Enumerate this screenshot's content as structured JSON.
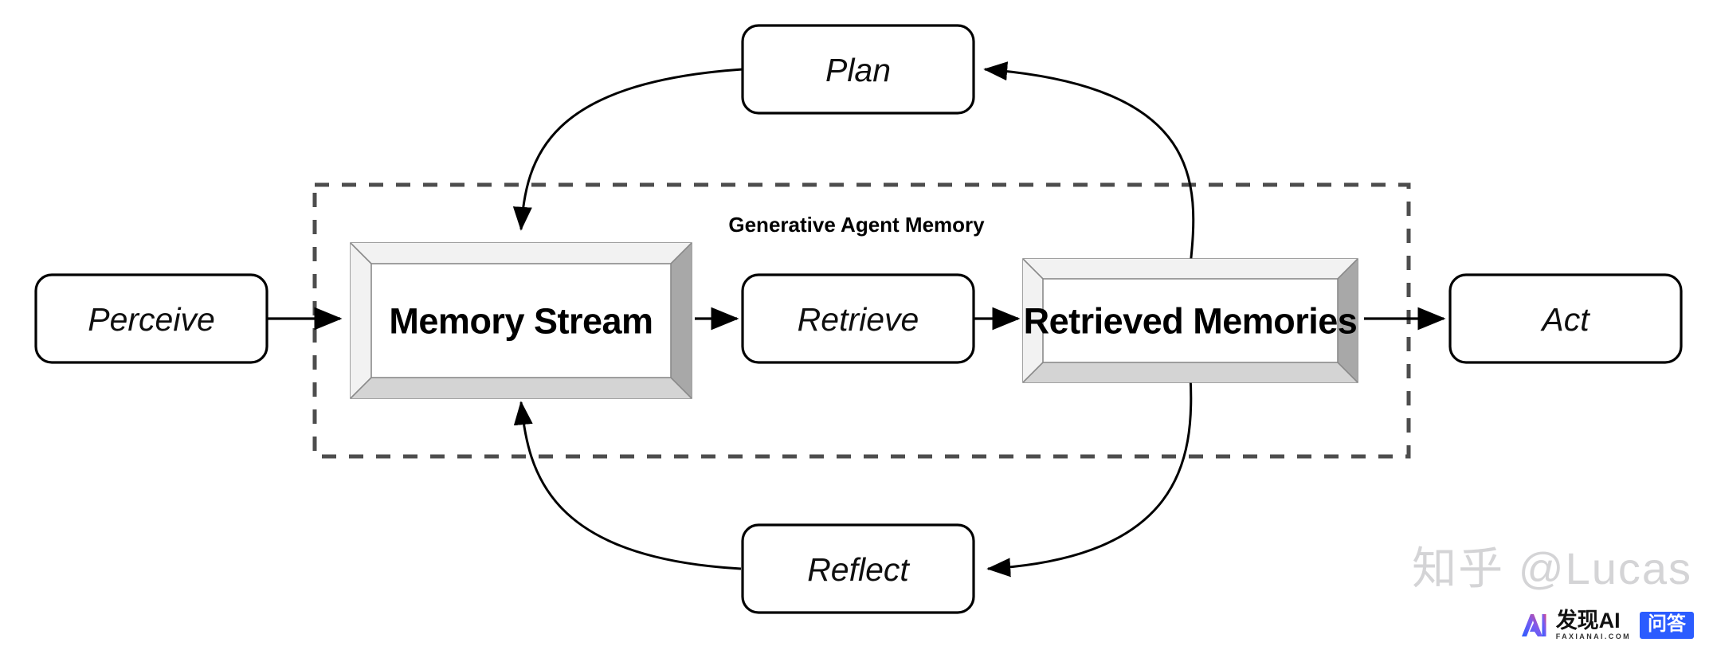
{
  "diagram": {
    "title": "Generative Agent Memory",
    "group_label": "Generative Agent Memory",
    "nodes": {
      "perceive": {
        "label": "Perceive",
        "style": "rounded-italic"
      },
      "memory_stream": {
        "label": "Memory Stream",
        "style": "beveled-bold"
      },
      "retrieve": {
        "label": "Retrieve",
        "style": "rounded-italic"
      },
      "retrieved_memories": {
        "label": "Retrieved Memories",
        "style": "beveled-bold"
      },
      "act": {
        "label": "Act",
        "style": "rounded-italic"
      },
      "plan": {
        "label": "Plan",
        "style": "rounded-italic"
      },
      "reflect": {
        "label": "Reflect",
        "style": "rounded-italic"
      }
    },
    "edges": [
      {
        "from": "perceive",
        "to": "memory_stream",
        "kind": "straight-arrow"
      },
      {
        "from": "memory_stream",
        "to": "retrieve",
        "kind": "straight-arrow"
      },
      {
        "from": "retrieve",
        "to": "retrieved_memories",
        "kind": "straight-arrow"
      },
      {
        "from": "retrieved_memories",
        "to": "act",
        "kind": "straight-arrow"
      },
      {
        "from": "retrieved_memories",
        "to": "plan",
        "kind": "curve-arrow"
      },
      {
        "from": "plan",
        "to": "memory_stream",
        "kind": "curve-arrow"
      },
      {
        "from": "retrieved_memories",
        "to": "reflect",
        "kind": "curve-arrow"
      },
      {
        "from": "reflect",
        "to": "memory_stream",
        "kind": "curve-arrow"
      }
    ],
    "colors": {
      "stroke": "#000000",
      "group_border": "#4d4d4d",
      "bevel_light": "#f2f2f2",
      "bevel_mid": "#d4d4d4",
      "bevel_dark": "#a8a8a8",
      "node_fill": "#ffffff",
      "background": "#ffffff"
    }
  },
  "watermark": {
    "text": "知乎 @Lucas",
    "brand_cn": "发现AI",
    "brand_domain": "FAXIANAI.COM",
    "qa_chip": "问答",
    "color": "#d4d4d6",
    "chip_color": "#2b5cff"
  }
}
